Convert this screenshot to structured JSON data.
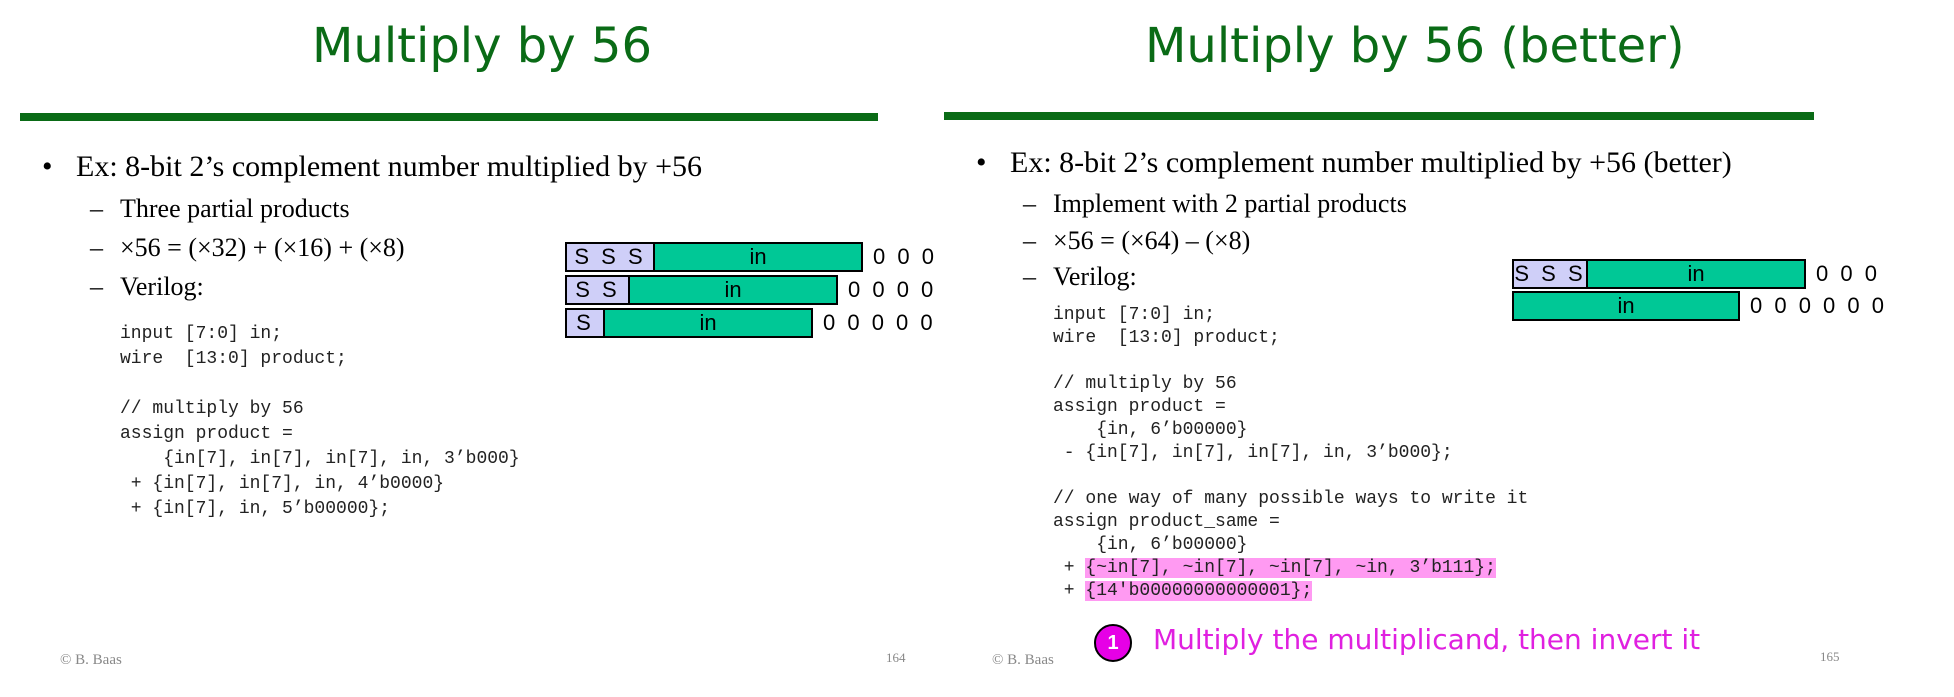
{
  "left": {
    "title": "Multiply by 56",
    "bullet": "Ex: 8-bit 2’s complement number multiplied by +56",
    "subs": [
      "Three partial products",
      "×56  =  (×32) + (×16) + (×8)",
      "Verilog:"
    ],
    "code": [
      "input [7:0] in;",
      "wire  [13:0] product;",
      "",
      "// multiply by 56",
      "assign product =",
      "    {in[7], in[7], in[7], in, 3’b000}",
      " + {in[7], in[7], in, 4’b0000}",
      " + {in[7], in, 5’b00000};"
    ],
    "rows": [
      {
        "sign": "S S S",
        "in": "in",
        "zeros": "0 0 0"
      },
      {
        "sign": "S S",
        "in": "in",
        "zeros": "0 0 0 0"
      },
      {
        "sign": "S",
        "in": "in",
        "zeros": "0 0 0 0 0"
      }
    ],
    "copyright": "© B. Baas",
    "page": "164"
  },
  "right": {
    "title": "Multiply by 56 (better)",
    "bullet": "Ex: 8-bit 2’s complement number multiplied by +56 (better)",
    "subs": [
      "Implement with 2 partial products",
      "×56  =  (×64) – (×8)",
      "Verilog:"
    ],
    "code": [
      "input [7:0] in;",
      "wire  [13:0] product;",
      "",
      "// multiply by 56",
      "assign product =",
      "    {in, 6’b00000}",
      " - {in[7], in[7], in[7], in, 3’b000};",
      "",
      "// one way of many possible ways to write it",
      "assign product_same =",
      "    {in, 6’b00000}"
    ],
    "code_highlight": [
      {
        "prefix": " + ",
        "text": "{~in[7], ~in[7], ~in[7], ~in, 3’b111};"
      },
      {
        "prefix": " + ",
        "text": "{14'b00000000000001};"
      }
    ],
    "rows": [
      {
        "sign": "S S S",
        "in": "in",
        "zeros": "0 0 0"
      },
      {
        "in": "in",
        "zeros": "0 0 0 0 0 0"
      }
    ],
    "callout": {
      "number": "1",
      "text": "Multiply the multiplicand, then invert it"
    },
    "copyright": "© B. Baas",
    "page": "165"
  },
  "colors": {
    "title": "#0a6b16",
    "sign_box": "#cfcff8",
    "in_box": "#00c896",
    "highlight": "#ff9af2",
    "callout": "#e600e6"
  }
}
